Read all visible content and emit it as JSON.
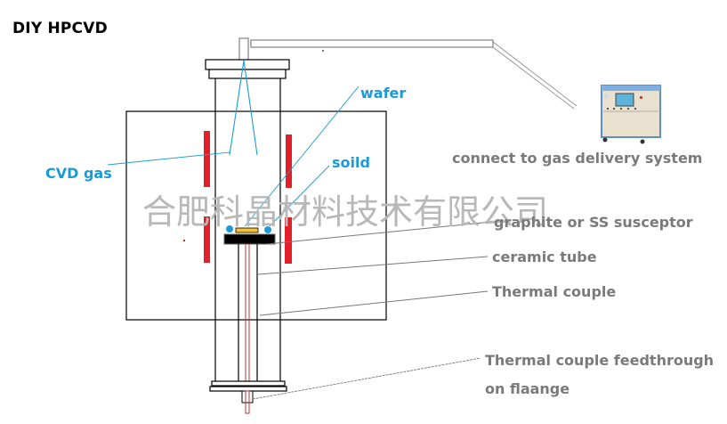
{
  "title": "DIY HPCVD",
  "watermark": "合肥科晶材料技术有限公司",
  "labels": {
    "wafer": "wafer",
    "cvd_gas": "CVD gas",
    "soild": "soild",
    "gas_delivery": "connect to gas delivery system",
    "susceptor": "graphite or SS susceptor",
    "ceramic_tube": "ceramic tube",
    "thermal_couple": "Thermal couple",
    "feedthrough_line1": "Thermal couple feedthrough",
    "feedthrough_line2": "on flaange"
  },
  "colors": {
    "callout_blue": "#1a9bd7",
    "label_grey": "#7a7a7a",
    "heater_red": "#e3202a",
    "wafer_yellow": "#f5c031",
    "thermocouple_red": "#b83a3a",
    "outline": "#000000"
  }
}
